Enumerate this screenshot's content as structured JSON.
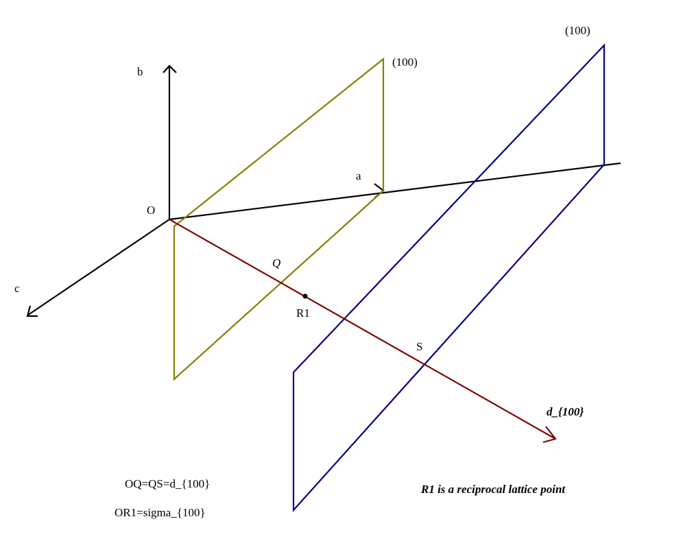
{
  "labels": {
    "axis_b": "b",
    "axis_a": "a",
    "axis_c": "c",
    "origin": "O",
    "point_q": "Q",
    "point_r1": "R1",
    "point_s": "S",
    "plane1_miller": "(100)",
    "plane2_miller": "(100)",
    "normal_vector": "d_{100}"
  },
  "notes": {
    "eq_distance": "OQ=QS=d_{100}",
    "eq_sigma": "OR1=sigma_{100}",
    "caption": "R1 is a reciprocal lattice point"
  },
  "colors": {
    "axes": "#000000",
    "plane1": "#808000",
    "plane2": "#000080",
    "normal": "#800000",
    "text": "#000000"
  }
}
